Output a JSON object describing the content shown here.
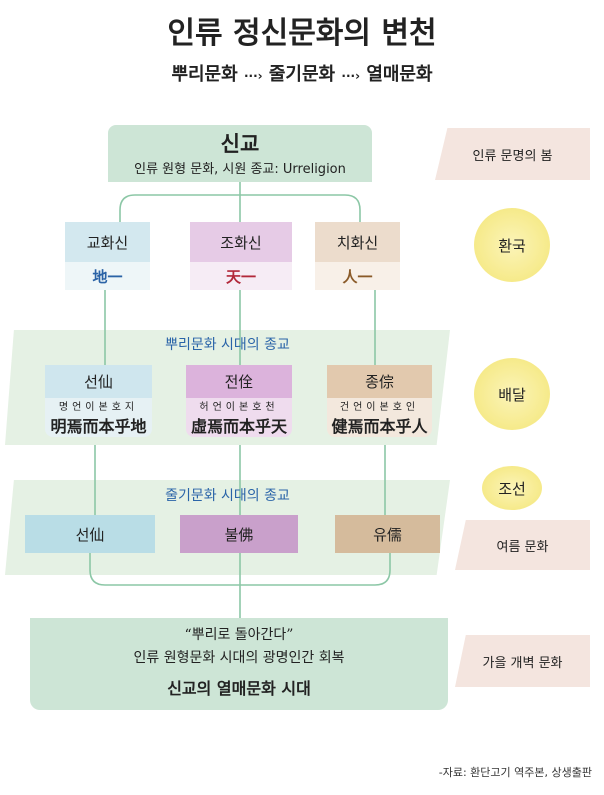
{
  "title": "인류 정신문화의 변천",
  "subtitle": {
    "a": "뿌리문화",
    "b": "줄기문화",
    "c": "열매문화",
    "arrow": "···›"
  },
  "top": {
    "title": "신교",
    "desc": "인류 원형 문화, 시원 종교: Urreligion"
  },
  "gods": [
    {
      "name": "교화신",
      "han": "地一",
      "color": "#2b63a6"
    },
    {
      "name": "조화신",
      "han": "天一",
      "color": "#b2283a"
    },
    {
      "name": "치화신",
      "han": "人一",
      "color": "#8a5a28"
    }
  ],
  "root_era": {
    "header": "뿌리문화 시대의 종교",
    "items": [
      {
        "name": "선仙",
        "reading": "명언이본호지",
        "han": "明焉而本乎地"
      },
      {
        "name": "전佺",
        "reading": "허언이본호천",
        "han": "虛焉而本乎天"
      },
      {
        "name": "종倧",
        "reading": "건언이본호인",
        "han": "健焉而本乎人"
      }
    ]
  },
  "stem_era": {
    "header": "줄기문화 시대의 종교",
    "items": [
      "선仙",
      "불佛",
      "유儒"
    ]
  },
  "bottom": {
    "quote": "“뿌리로 돌아간다”",
    "line2": "인류 원형문화 시대의 광명인간 회복",
    "line3": "신교의 열매문화 시대"
  },
  "side": {
    "spring": "인류 문명의 봄",
    "hwanguk": "환국",
    "baedal": "배달",
    "joseon": "조선",
    "summer": "여름 문화",
    "autumn": "가을 개벽 문화"
  },
  "source": "-자료: 환단고기  역주본, 상생출판"
}
